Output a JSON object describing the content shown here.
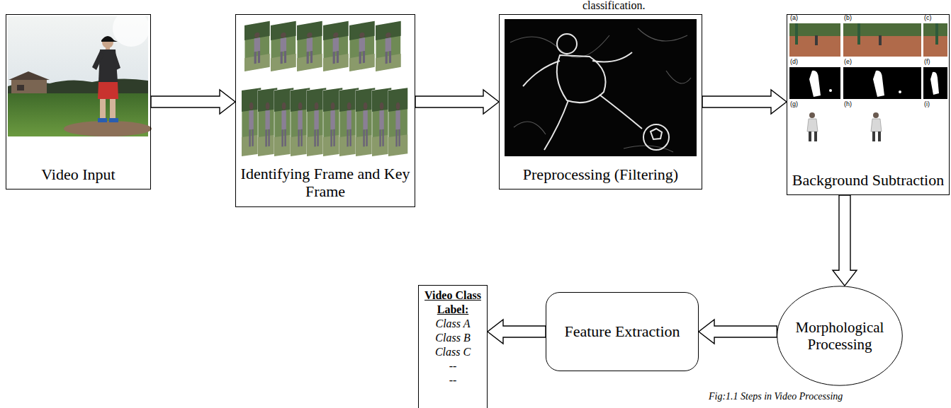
{
  "diagram": {
    "caption": "Fig:1.1 Steps in Video Processing",
    "nodes": [
      {
        "text": [
          "Video Input"
        ]
      },
      {
        "text": [
          "Identifying Frame and Key Frame"
        ]
      },
      {
        "text": [
          "Preprocessing (Filtering)"
        ]
      },
      {
        "text": [
          "Background Subtraction"
        ]
      },
      {
        "text": [
          "Morphological Processing"
        ]
      },
      {
        "text": [
          "Feature Extraction"
        ]
      },
      {
        "text": [
          "Video Class Label:",
          "Class A",
          "Class B",
          "Class C",
          "--",
          "--"
        ]
      }
    ],
    "edges": [
      {
        "from": 0,
        "to": 1,
        "arrow": "to"
      },
      {
        "from": 1,
        "to": 2,
        "arrow": "to"
      },
      {
        "from": 2,
        "to": 3,
        "arrow": "to"
      },
      {
        "from": 3,
        "to": 4,
        "arrow": "to"
      },
      {
        "from": 4,
        "to": 5,
        "arrow": "to"
      },
      {
        "from": 5,
        "to": 6,
        "arrow": "to"
      }
    ],
    "labels": [
      "classification.",
      "(a)",
      "(b)",
      "(c)",
      "(d)",
      "(e)",
      "(f)",
      "(g)",
      "(h)",
      "(i)"
    ]
  }
}
